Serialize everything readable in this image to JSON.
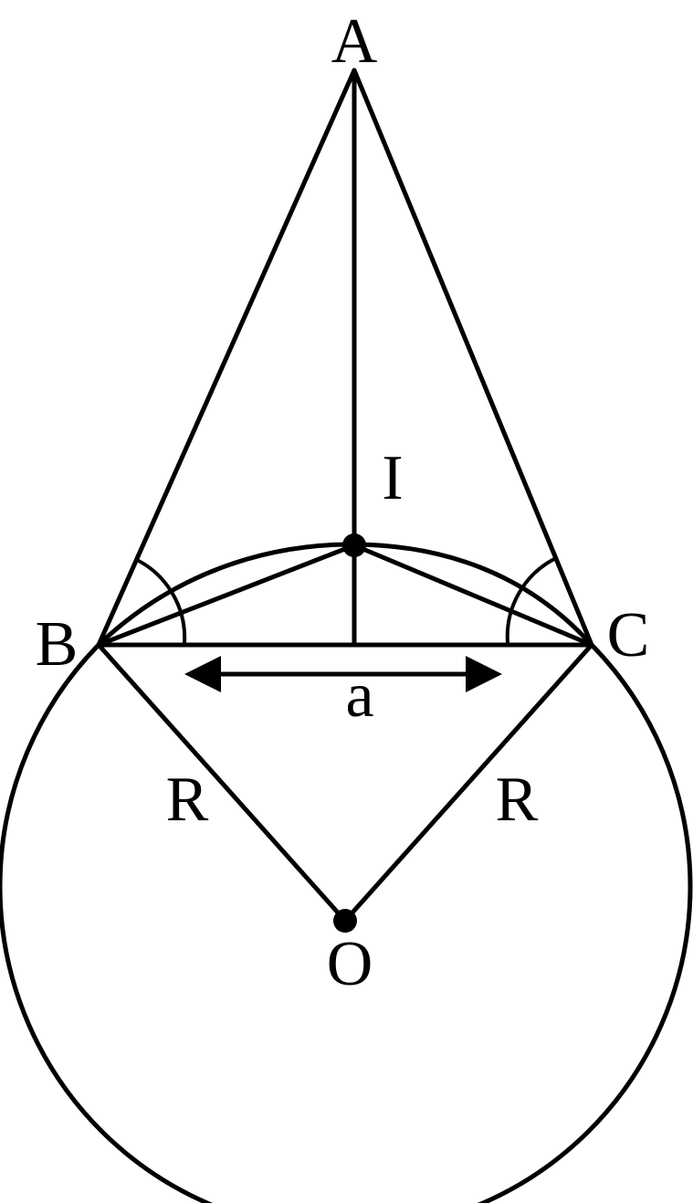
{
  "labels": {
    "vertex_a": "A",
    "vertex_b": "B",
    "vertex_c": "C",
    "incenter": "I",
    "circumcenter": "O",
    "side_length": "a",
    "radius_left": "R",
    "radius_right": "R"
  }
}
